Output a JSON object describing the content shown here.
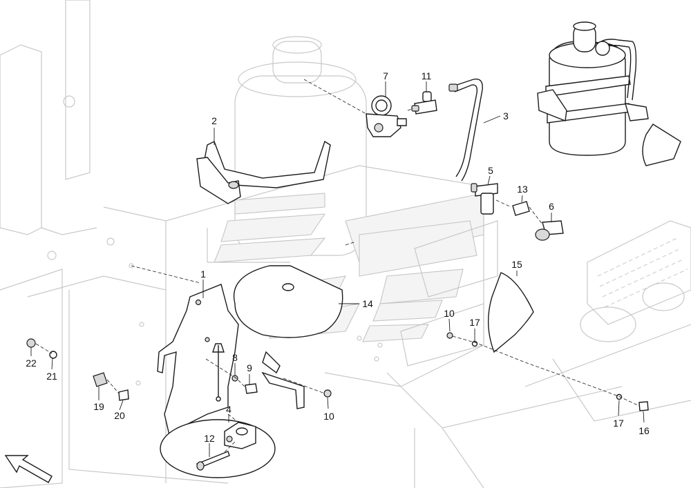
{
  "callouts": [
    {
      "id": "c1",
      "text": "1"
    },
    {
      "id": "c2",
      "text": "2"
    },
    {
      "id": "c3",
      "text": "3"
    },
    {
      "id": "c4",
      "text": "4"
    },
    {
      "id": "c5",
      "text": "5"
    },
    {
      "id": "c6",
      "text": "6"
    },
    {
      "id": "c7",
      "text": "7"
    },
    {
      "id": "c8",
      "text": "8"
    },
    {
      "id": "c9",
      "text": "9"
    },
    {
      "id": "c10a",
      "text": "10"
    },
    {
      "id": "c10b",
      "text": "10"
    },
    {
      "id": "c11",
      "text": "11"
    },
    {
      "id": "c12",
      "text": "12"
    },
    {
      "id": "c13",
      "text": "13"
    },
    {
      "id": "c14",
      "text": "14"
    },
    {
      "id": "c15",
      "text": "15"
    },
    {
      "id": "c16",
      "text": "16"
    },
    {
      "id": "c17a",
      "text": "17"
    },
    {
      "id": "c17b",
      "text": "17"
    },
    {
      "id": "c19",
      "text": "19"
    },
    {
      "id": "c20",
      "text": "20"
    },
    {
      "id": "c21",
      "text": "21"
    },
    {
      "id": "c22",
      "text": "22"
    }
  ],
  "colors": {
    "line": "#1a1a1a",
    "ghost": "#c8c8c8",
    "paper": "#ffffff"
  }
}
